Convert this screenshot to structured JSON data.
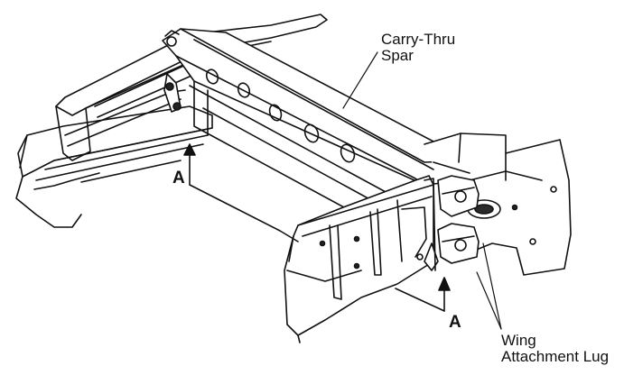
{
  "labels": {
    "spar_line1": "Carry-Thru",
    "spar_line2": "Spar",
    "section_a_left": "A",
    "section_a_right": "A",
    "lug_line1": "Wing",
    "lug_line2": "Attachment Lug"
  },
  "colors": {
    "ink": "#111111",
    "paper": "#ffffff",
    "shade": "#2a2a2a"
  }
}
